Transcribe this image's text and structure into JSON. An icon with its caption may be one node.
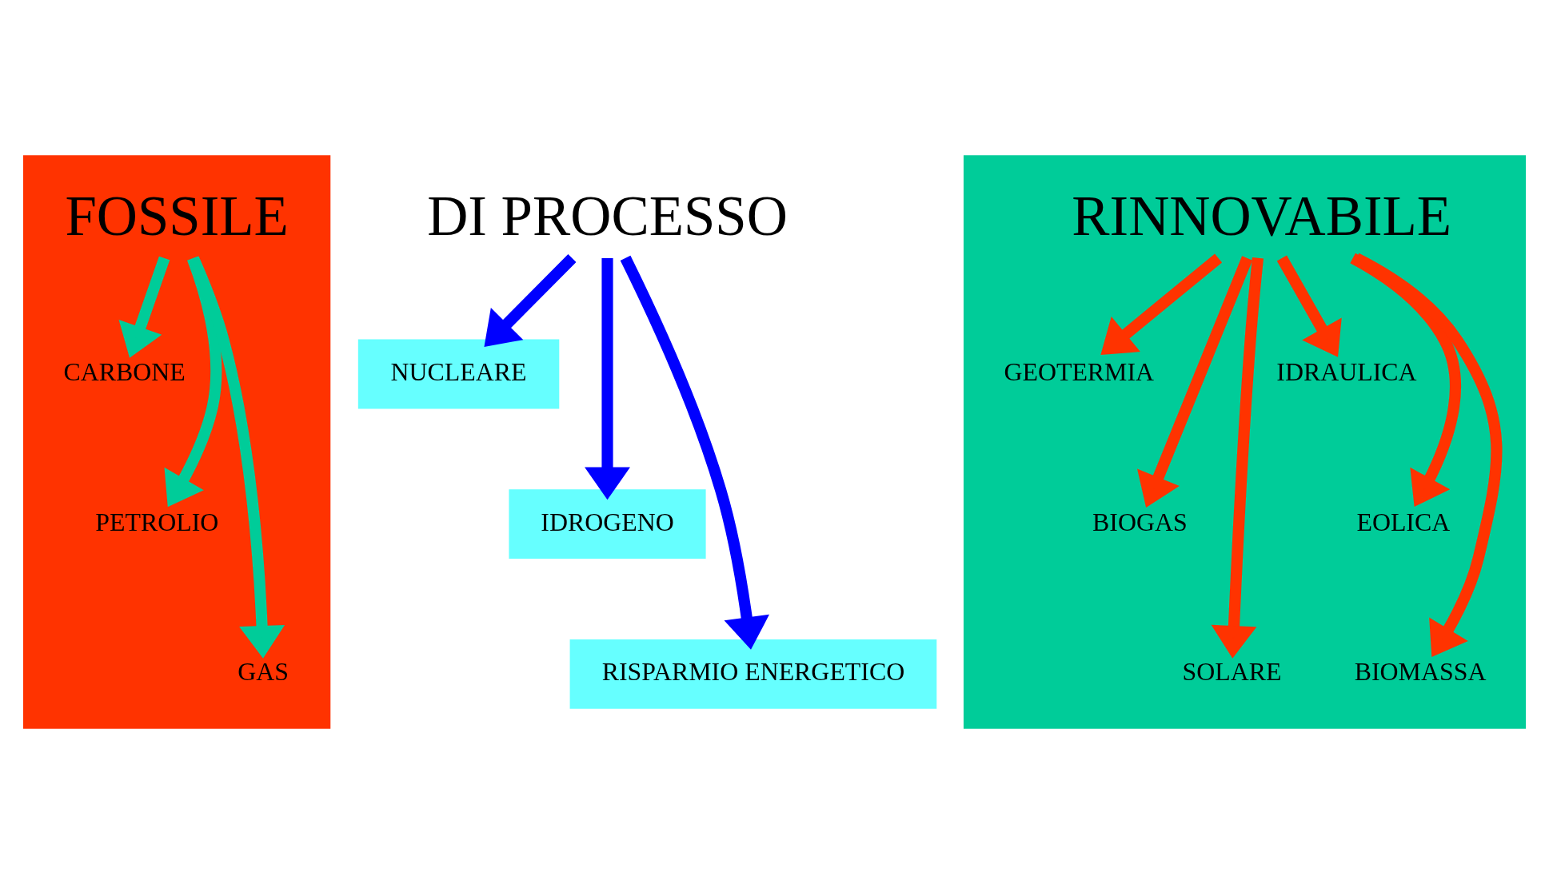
{
  "diagram": {
    "nodes": [
      {
        "text": [
          "FOSSILE"
        ]
      },
      {
        "text": [
          "CARBONE"
        ],
        "in": 0
      },
      {
        "text": [
          "PETROLIO"
        ],
        "in": 0
      },
      {
        "text": [
          "GAS"
        ],
        "in": 0
      },
      {
        "text": [
          "DI PROCESSO"
        ]
      },
      {
        "text": [
          "NUCLEARE"
        ]
      },
      {
        "text": [
          "IDROGENO"
        ]
      },
      {
        "text": [
          "RISPARMIO ENERGETICO"
        ]
      },
      {
        "text": [
          "RINNOVABILE"
        ]
      },
      {
        "text": [
          "GEOTERMIA"
        ],
        "in": 8
      },
      {
        "text": [
          "BIOGAS"
        ],
        "in": 8
      },
      {
        "text": [
          "SOLARE"
        ],
        "in": 8
      },
      {
        "text": [
          "IDRAULICA"
        ],
        "in": 8
      },
      {
        "text": [
          "EOLICA"
        ],
        "in": 8
      },
      {
        "text": [
          "BIOMASSA"
        ],
        "in": 8
      }
    ],
    "edges": [
      {
        "from": 0,
        "to": 1,
        "arrow": "to",
        "color": "#00cc99"
      },
      {
        "from": 0,
        "to": 2,
        "arrow": "to",
        "color": "#00cc99"
      },
      {
        "from": 0,
        "to": 3,
        "arrow": "to",
        "color": "#00cc99"
      },
      {
        "from": 4,
        "to": 5,
        "arrow": "to",
        "color": "#0000ff"
      },
      {
        "from": 4,
        "to": 6,
        "arrow": "to",
        "color": "#0000ff"
      },
      {
        "from": 4,
        "to": 7,
        "arrow": "to",
        "color": "#0000ff"
      },
      {
        "from": 8,
        "to": 9,
        "arrow": "to",
        "color": "#ff3300"
      },
      {
        "from": 8,
        "to": 10,
        "arrow": "to",
        "color": "#ff3300"
      },
      {
        "from": 8,
        "to": 11,
        "arrow": "to",
        "color": "#ff3300"
      },
      {
        "from": 8,
        "to": 12,
        "arrow": "to",
        "color": "#ff3300"
      },
      {
        "from": 8,
        "to": 13,
        "arrow": "to",
        "color": "#ff3300"
      },
      {
        "from": 8,
        "to": 14,
        "arrow": "to",
        "color": "#ff3300"
      }
    ]
  }
}
